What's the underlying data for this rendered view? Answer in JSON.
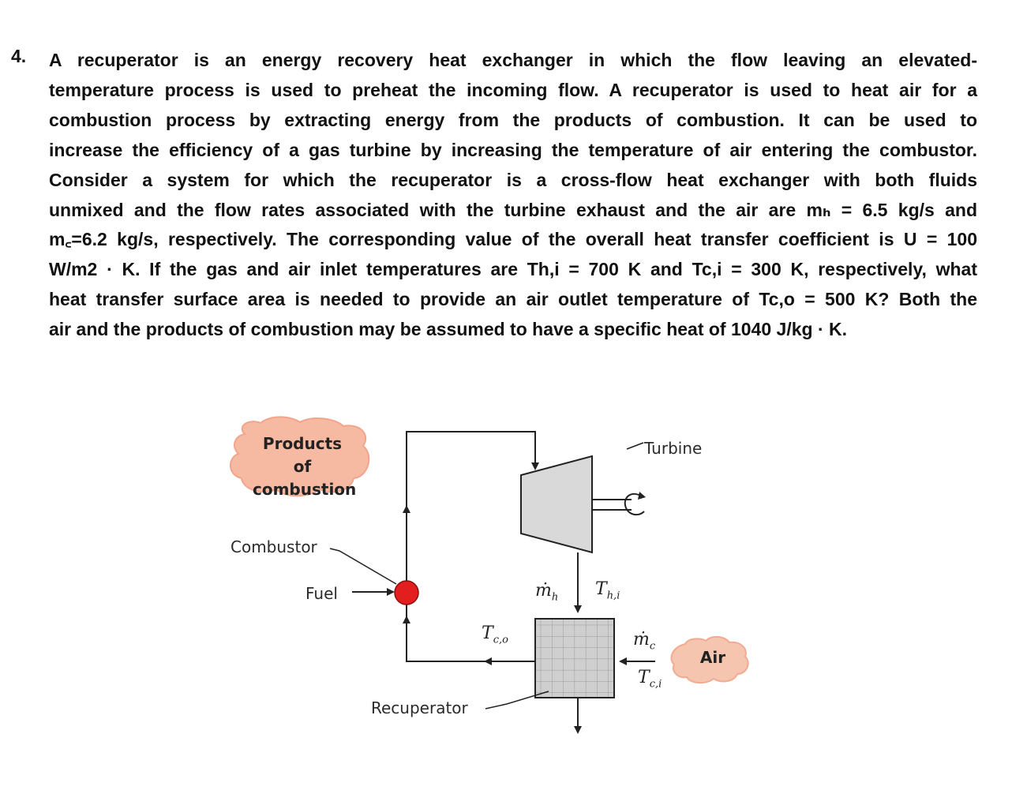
{
  "problem": {
    "number": "4.",
    "lines": [
      "A recuperator is an energy recovery heat exchanger in which the flow leaving an elevated-",
      "temperature process is used to preheat the incoming flow. A recuperator is used to heat air for a",
      "combustion process by extracting energy from the products of combustion. It can be used to",
      "increase the efficiency of a gas turbine by increasing the temperature of air entering the combustor.",
      "Consider a system for which the recuperator is a cross-flow heat exchanger with both fluids",
      "unmixed and the flow rates associated with the turbine exhaust and the air are mₕ = 6.5 kg/s and",
      "m꜀=6.2 kg/s, respectively. The corresponding value of the overall heat transfer coefficient is U = 100",
      "W/m2 · K. If the gas and air inlet temperatures are Th,i = 700 K and Tc,i = 300 K, respectively, what",
      "heat transfer surface area is needed to provide an air outlet temperature of Tc,o = 500 K? Both the",
      "air and the products of combustion may be assumed to have a specific heat of 1040 J/kg · K."
    ]
  },
  "diagram": {
    "products_line1": "Products of",
    "products_line2": "combustion",
    "turbine": "Turbine",
    "combustor": "Combustor",
    "fuel": "Fuel",
    "recuperator": "Recuperator",
    "air": "Air",
    "m_h": {
      "base": "ṁ",
      "sub": "h"
    },
    "T_hi": {
      "base": "T",
      "sub": "h,i"
    },
    "T_co": {
      "base": "T",
      "sub": "c,o"
    },
    "m_c": {
      "base": "ṁ",
      "sub": "c"
    },
    "T_ci": {
      "base": "T",
      "sub": "c,i"
    },
    "colors": {
      "cloud": "#f6b9a2",
      "combustor_dot": "#e21e1e",
      "turbine_fill": "#d9d9d9",
      "recuperator_fill": "#cfcfcf"
    }
  }
}
